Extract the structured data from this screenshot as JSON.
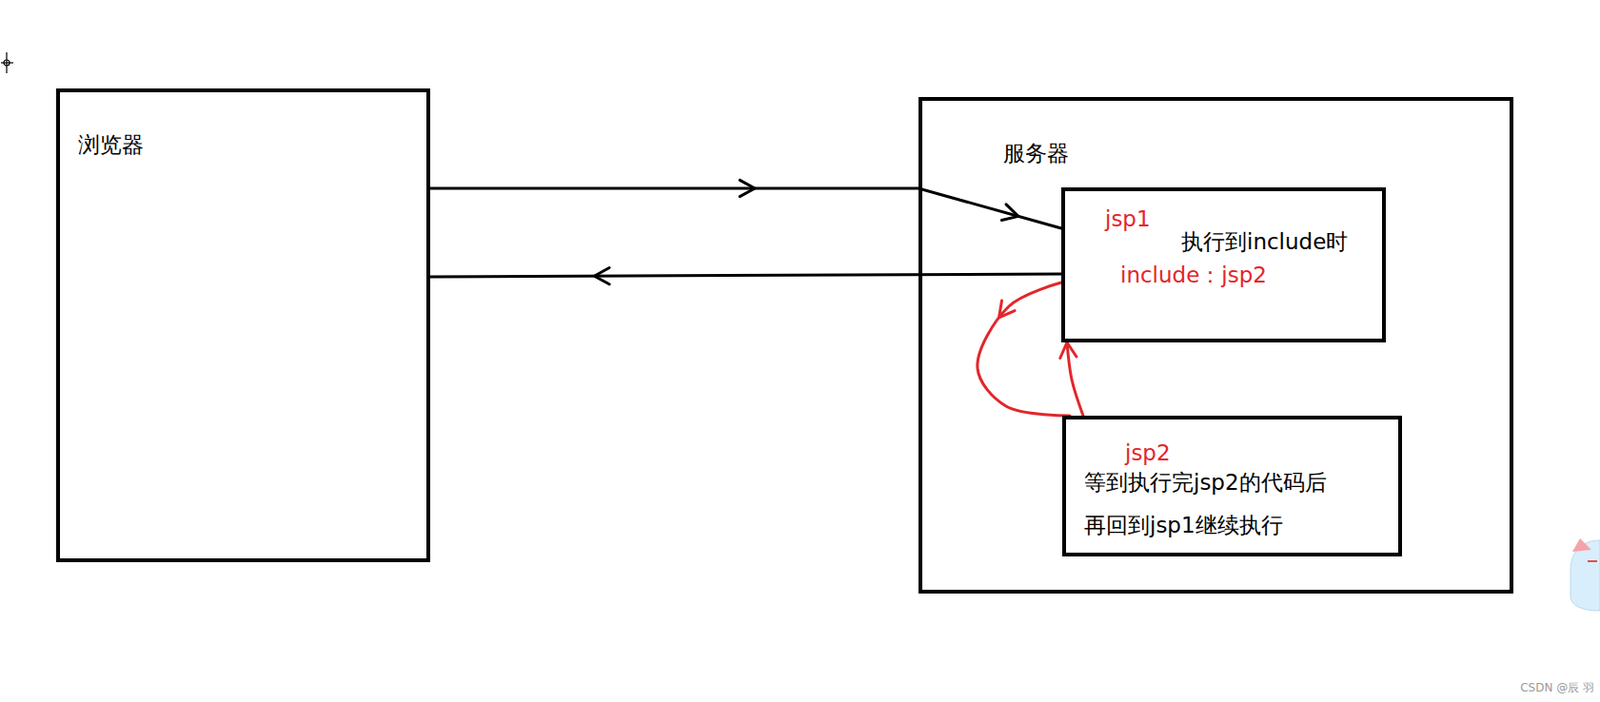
{
  "diagram": {
    "nodes": [
      {
        "text": [
          "浏览器"
        ]
      },
      {
        "text": [
          "服务器"
        ]
      },
      {
        "text": [
          "jsp1",
          "执行到include时",
          "include：jsp2"
        ],
        "in": 1
      },
      {
        "text": [
          "jsp2",
          "等到执行完jsp2的代码后 再回到jsp1继续执行"
        ],
        "in": 1
      }
    ],
    "edges": [
      {
        "from": 0,
        "to": 2,
        "arrow": "to"
      },
      {
        "from": 2,
        "to": 0,
        "arrow": "to"
      },
      {
        "from": 2,
        "to": 3,
        "arrow": "to"
      },
      {
        "from": 3,
        "to": 2,
        "arrow": "to"
      }
    ],
    "labels": [
      "CSDN @辰 羽"
    ]
  }
}
